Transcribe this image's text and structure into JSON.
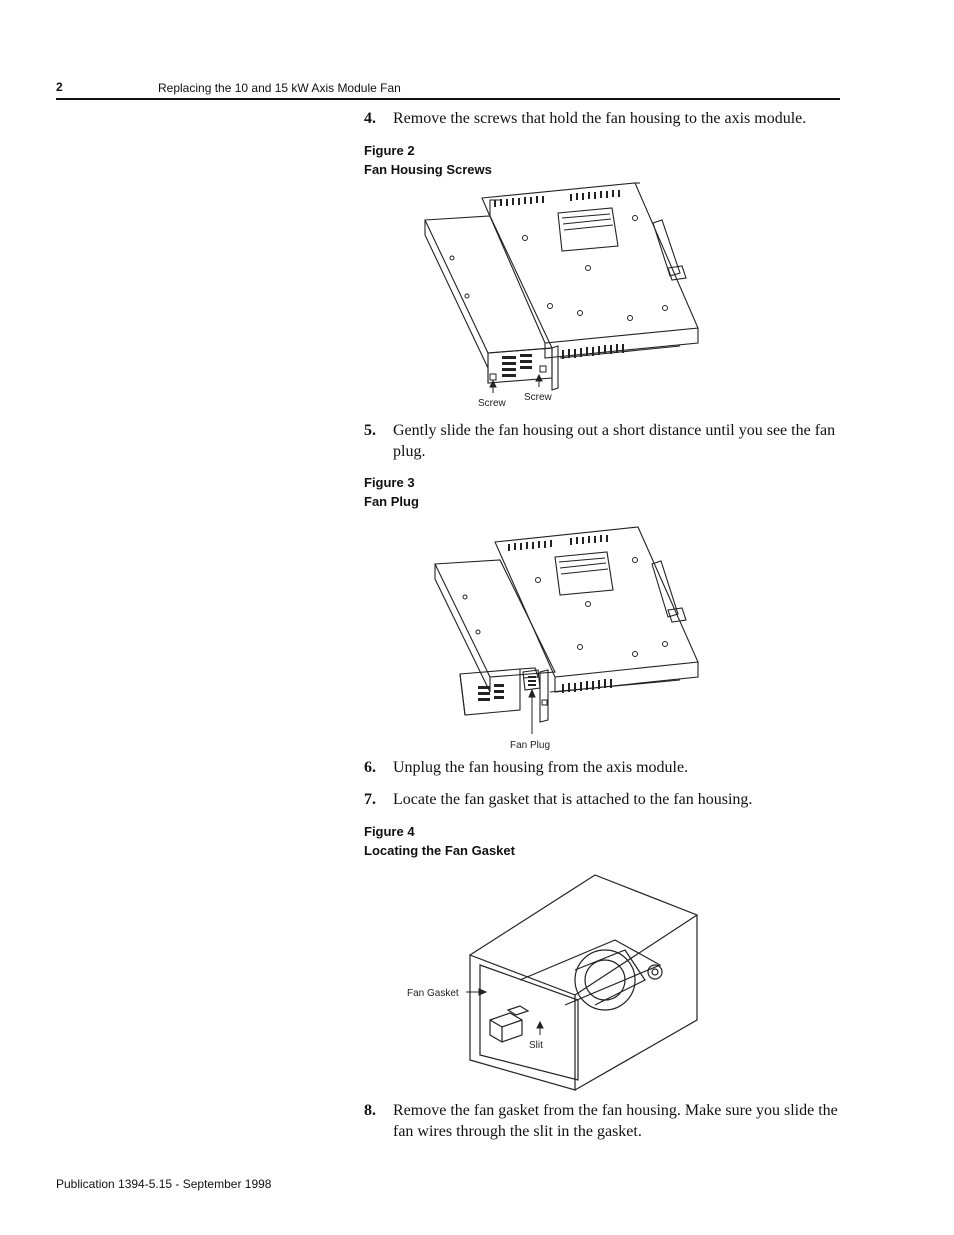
{
  "header": {
    "page_number": "2",
    "title": "Replacing the 10 and 15 kW Axis Module Fan"
  },
  "steps": [
    {
      "number": "4.",
      "text": "Remove the screws that hold the fan housing to the axis module."
    },
    {
      "number": "5.",
      "text": "Gently slide the fan housing out a short distance until you see the fan plug."
    },
    {
      "number": "6.",
      "text": "Unplug the fan housing from the axis module."
    },
    {
      "number": "7.",
      "text": "Locate the fan gasket that is attached to the fan housing."
    },
    {
      "number": "8.",
      "text": "Remove the fan gasket from the fan housing. Make sure you slide the fan wires through the slit in the gasket."
    }
  ],
  "figures": [
    {
      "label": "Figure 2",
      "caption": "Fan Housing Screws",
      "callouts": [
        "Screw",
        "Screw"
      ]
    },
    {
      "label": "Figure 3",
      "caption": "Fan Plug",
      "callouts": [
        "Fan Plug"
      ]
    },
    {
      "label": "Figure 4",
      "caption": "Locating the Fan Gasket",
      "callouts": [
        "Fan Gasket",
        "Slit"
      ]
    }
  ],
  "footer": {
    "publication": "Publication  1394-5.15 - September 1998"
  }
}
